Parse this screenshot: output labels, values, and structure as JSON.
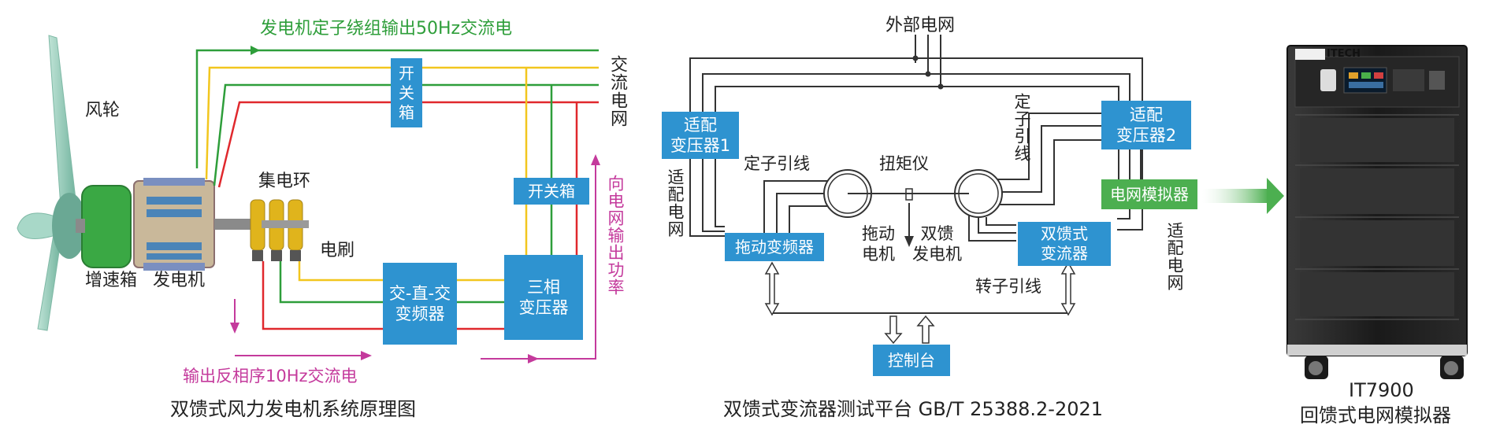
{
  "colors": {
    "blue_box": "#2e93d0",
    "green_box": "#4caf50",
    "green_line": "#2e9e3a",
    "yellow_line": "#f2c61e",
    "red_line": "#e0282d",
    "magenta": "#c43a9c",
    "black_line": "#333333"
  },
  "left_panel": {
    "top_label": "发电机定子绕组输出50Hz交流电",
    "wind_rotor_label": "风轮",
    "gearbox_label": "增速箱",
    "generator_label": "发电机",
    "slip_ring_label": "集电环",
    "brush_label": "电刷",
    "switch_box_1": "开\n关\n箱",
    "switch_box_2": "开关箱",
    "ac_grid_label": "交流电网",
    "converter_box": "交-直-交\n变频器",
    "transformer_box": "三相\n变压器",
    "grid_output_label": "向电网输出功率",
    "bottom_output_label": "输出反相序10Hz交流电",
    "caption": "双馈式风力发电机系统原理图"
  },
  "middle_panel": {
    "external_grid_label": "外部电网",
    "adapter_transformer_1": "适配\n变压器1",
    "adapter_transformer_2": "适配\n变压器2",
    "adapt_grid_left": "适配电网",
    "adapt_grid_right": "适配电网",
    "stator_lead_left": "定子引线",
    "stator_lead_right": "定子引线",
    "torque_meter": "扭矩仪",
    "drive_motor": "拖动\n电机",
    "dfig": "双馈\n发电机",
    "drive_inverter": "拖动变频器",
    "dfig_converter": "双馈式\n变流器",
    "rotor_lead": "转子引线",
    "grid_simulator": "电网模拟器",
    "console": "控制台",
    "caption": "双馈式变流器测试平台 GB/T 25388.2-2021"
  },
  "right_panel": {
    "brand": "ITECH",
    "model": "IT7900",
    "product_name": "回馈式电网模拟器"
  }
}
